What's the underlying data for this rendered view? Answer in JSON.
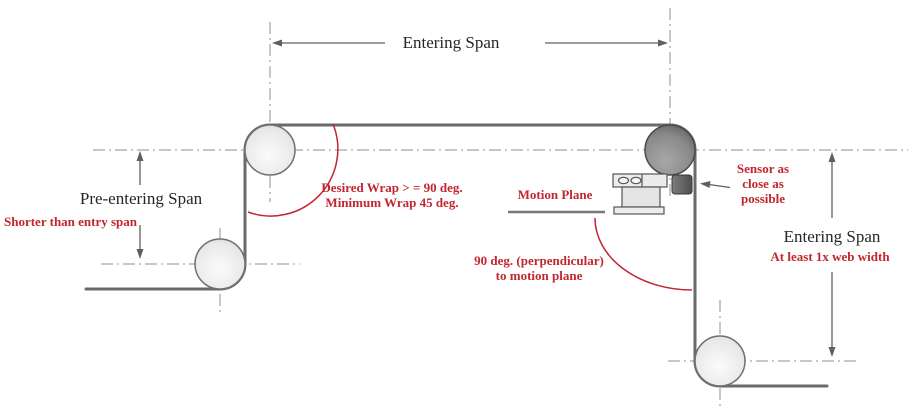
{
  "labels": {
    "entering_span_top": "Entering Span",
    "pre_entering_span": "Pre-entering Span",
    "shorter_than_entry": "Shorter than entry span",
    "desired_wrap_line1": "Desired Wrap > = 90 deg.",
    "desired_wrap_line2": "Minimum Wrap 45 deg.",
    "motion_plane": "Motion Plane",
    "sensor_close_line1": "Sensor as",
    "sensor_close_line2": "close as",
    "sensor_close_line3": "possible",
    "perpendicular_line1": "90 deg. (perpendicular)",
    "perpendicular_line2": "to motion plane",
    "entering_span_right": "Entering Span",
    "at_least_web_width": "At least 1x web width"
  },
  "colors": {
    "red": "#c2262e",
    "web_gray": "#6a6a6a",
    "centerline_gray": "#8f8f8f",
    "dim_gray": "#5f5f5f",
    "text_black": "#262626"
  }
}
